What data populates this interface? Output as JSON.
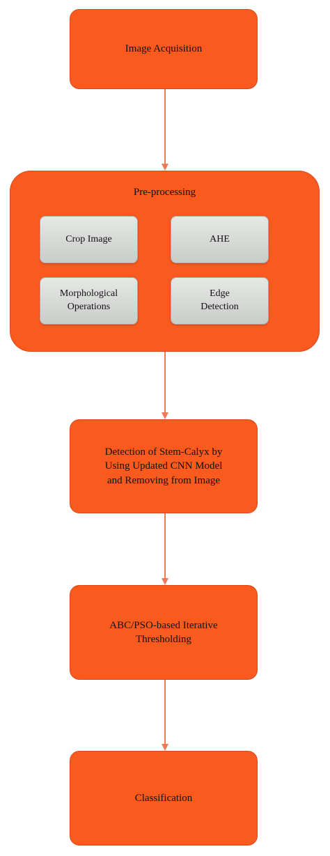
{
  "colors": {
    "box_fill": "#fb5a1e",
    "sub_box_fill": "#d8dad8",
    "main_arrow": "#f07a55",
    "inner_arrow": "#7ab3e6"
  },
  "steps": {
    "acquisition": "Image Acquisition",
    "preprocessing": {
      "title": "Pre-processing",
      "crop": "Crop Image",
      "ahe": "AHE",
      "edge": "Edge\nDetection",
      "morph": "Morphological\nOperations"
    },
    "detection": "Detection of Stem-Calyx by\nUsing Updated CNN Model\nand Removing from Image",
    "thresholding": "ABC/PSO-based Iterative\nThresholding",
    "classification": "Classification"
  }
}
